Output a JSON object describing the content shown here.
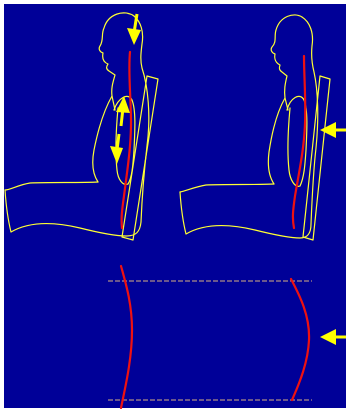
{
  "colors": {
    "frame": "#ffffff",
    "background": "#000098",
    "outline": "#ffff33",
    "spine": "#ee1111",
    "arrow": "#ffff00",
    "guide": "#d8b080"
  },
  "panels": [
    {
      "id": "panel-left-figure",
      "icons": [
        "spine-double-arrow-icon"
      ]
    },
    {
      "id": "panel-right-figure",
      "icons": [
        "backrest-push-arrow-icon"
      ]
    },
    {
      "id": "panel-curve-comparison",
      "icons": [
        "lumbar-push-arrow-icon"
      ]
    }
  ]
}
